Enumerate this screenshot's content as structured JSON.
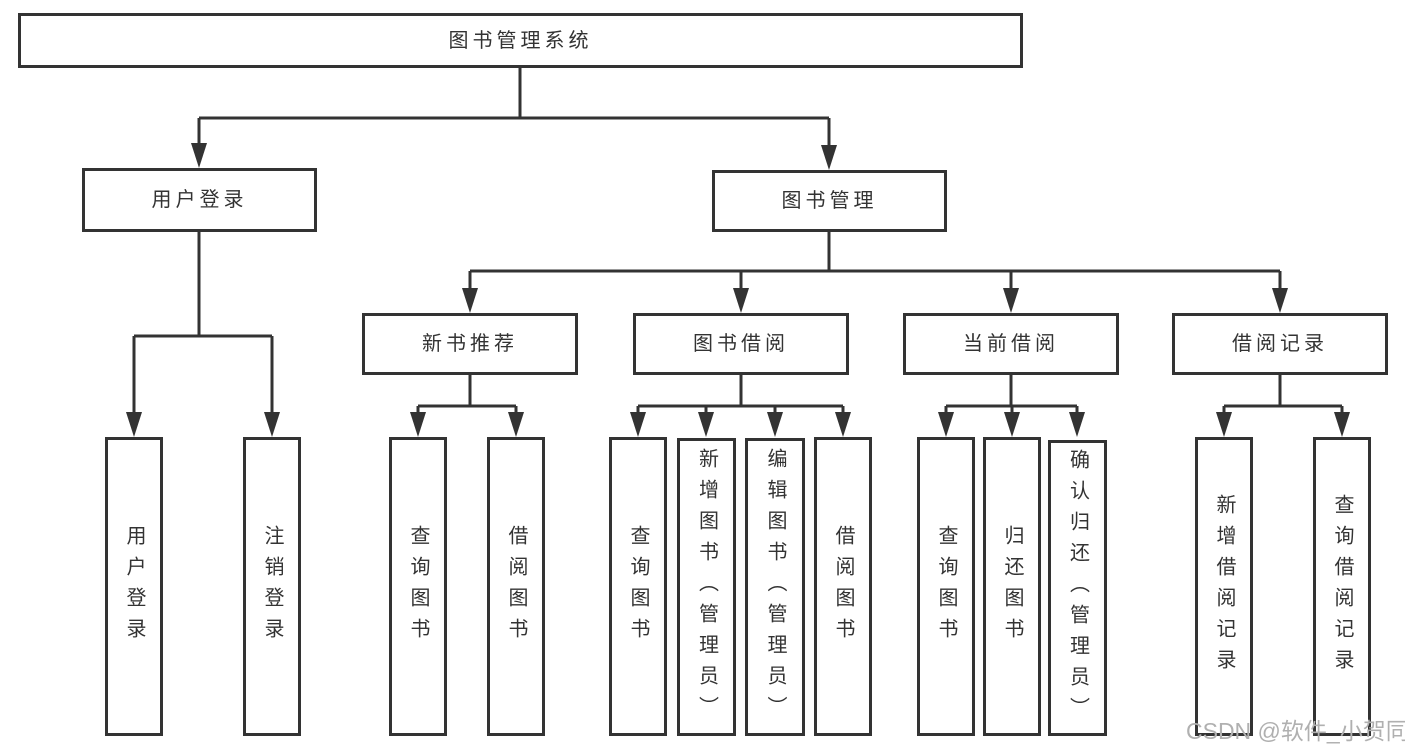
{
  "tree": {
    "root": "图书管理系统",
    "level2": {
      "user_login": "用户登录",
      "book_management": "图书管理"
    },
    "level3": {
      "new_book_recommend": "新书推荐",
      "book_borrowing": "图书借阅",
      "current_borrowing": "当前借阅",
      "borrowing_records": "借阅记录"
    },
    "level4": {
      "user_login_children": [
        "用户登录",
        "注销登录"
      ],
      "new_book_recommend_children": [
        "查询图书",
        "借阅图书"
      ],
      "book_borrowing_children": [
        "查询图书",
        "新增图书（管理员）",
        "编辑图书（管理员）",
        "借阅图书"
      ],
      "current_borrowing_children": [
        "查询图书",
        "归还图书",
        "确认归还（管理员）"
      ],
      "borrowing_records_children": [
        "新增借阅记录",
        "查询借阅记录"
      ]
    }
  },
  "watermark": "CSDN @软件_小贺同学",
  "colors": {
    "line": "#333333",
    "node_border": "#333333",
    "node_text": "#333333",
    "background": "#ffffff",
    "watermark": "#b0b0b0"
  }
}
